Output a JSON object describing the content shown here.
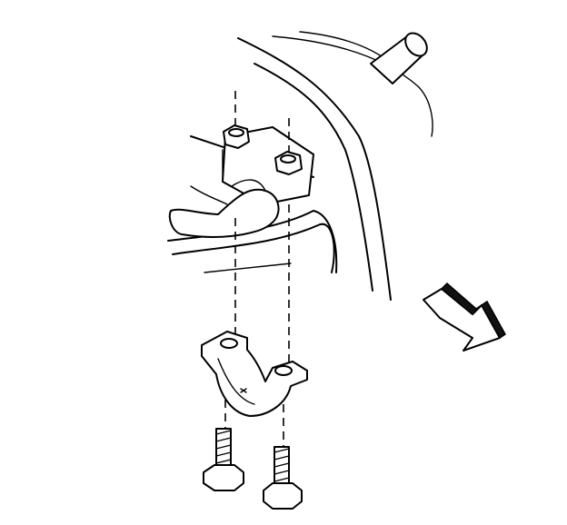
{
  "diagram": {
    "parts": [
      "frame-rail",
      "driveshaft-tube",
      "stabilizer-bar",
      "upper-nut-left",
      "upper-nut-right",
      "stabilizer-bracket",
      "bolt-left",
      "bolt-right"
    ],
    "direction": "front-arrow",
    "colors": {
      "line": "#000000",
      "background": "#ffffff"
    }
  }
}
